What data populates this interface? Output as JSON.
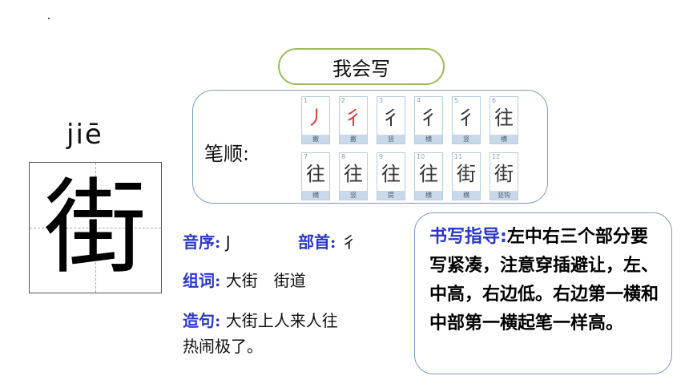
{
  "title_pill": "我会写",
  "stroke_order": {
    "label": "笔顺:",
    "steps": [
      {
        "num": "1",
        "glyph": "丿",
        "name": "撇"
      },
      {
        "num": "2",
        "glyph": "彳",
        "name": "撇"
      },
      {
        "num": "3",
        "glyph": "彳",
        "name": "竖"
      },
      {
        "num": "4",
        "glyph": "彳",
        "name": "横"
      },
      {
        "num": "5",
        "glyph": "彳",
        "name": "竖"
      },
      {
        "num": "6",
        "glyph": "往",
        "name": "横"
      },
      {
        "num": "7",
        "glyph": "往",
        "name": "横"
      },
      {
        "num": "8",
        "glyph": "往",
        "name": "竖"
      },
      {
        "num": "9",
        "glyph": "往",
        "name": "提"
      },
      {
        "num": "10",
        "glyph": "往",
        "name": "横"
      },
      {
        "num": "11",
        "glyph": "街",
        "name": "横"
      },
      {
        "num": "12",
        "glyph": "街",
        "name": "竖钩"
      }
    ]
  },
  "character": {
    "pinyin": "jiē",
    "glyph": "街"
  },
  "info": {
    "yinxu_label": "音序:",
    "yinxu_value": "J",
    "bushou_label": "部首:",
    "bushou_value": "彳",
    "zuci_label": "组词:",
    "zuci_value": "大街　街道",
    "zaoju_label": "造句:",
    "zaoju_line1": "大街上人来人往",
    "zaoju_line2": "热闹极了。"
  },
  "guide": {
    "label": "书写指导:",
    "text": "左中右三个部分要写紧凑，注意穿插避让，左、中高，右边低。右边第一横和中部第一横起笔一样高。"
  }
}
